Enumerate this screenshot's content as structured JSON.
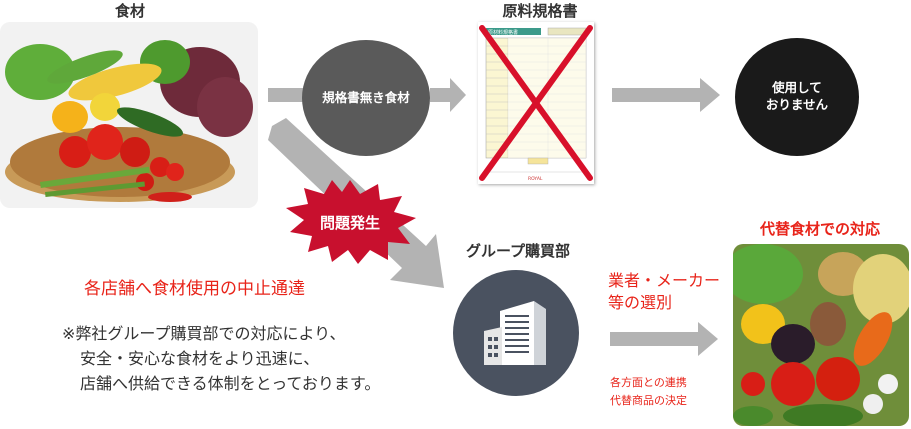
{
  "labels": {
    "ingredients": "食材",
    "spec_sheet": "原料規格書",
    "no_spec_ingredient": "規格書無き食材",
    "not_used": "使用して\nおりません",
    "problem": "問題発生",
    "group_purchasing": "グループ購買部",
    "alternative": "代替食材での対応",
    "notify_stores": "各店舗へ食材使用の中止通達",
    "select_vendor": "業者・メーカー\n等の選別",
    "coordination_1": "各方面との連携",
    "coordination_2": "代替商品の決定",
    "note_line1": "※弊社グループ購買部での対応により、",
    "note_line2": "安全・安心な食材をより迅速に、",
    "note_line3": "店舗へ供給できる体制をとっております。"
  },
  "document": {
    "header_title": "原材料規格書",
    "footer_text": "ROYAL"
  },
  "colors": {
    "arrow": "#b3b3b3",
    "dark_circle": "#5a5a5a",
    "black_circle": "#1a1a1a",
    "red": "#e8241a",
    "burst": "#c8102e",
    "building_circle": "#4a5260"
  },
  "icons": {
    "building": "office-building-icon",
    "cross": "red-x-cross-icon"
  }
}
